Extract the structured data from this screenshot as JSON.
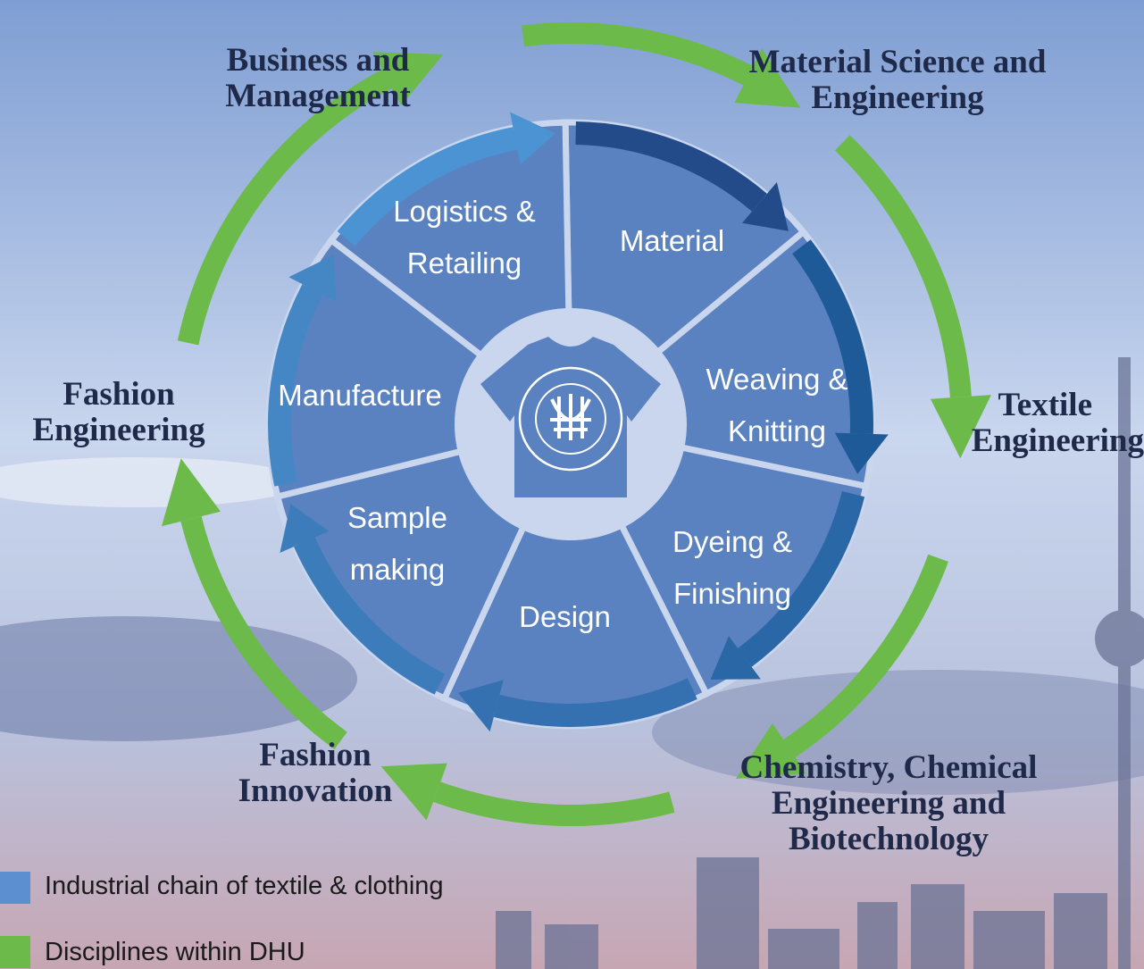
{
  "chain": {
    "segments": [
      "Material",
      "Weaving & Knitting",
      "Dyeing & Finishing",
      "Design",
      "Sample making",
      "Manufacture",
      "Logistics & Retailing"
    ]
  },
  "disciplines": {
    "business": [
      "Business and",
      "Management"
    ],
    "material_science": [
      "Material Science and",
      "Engineering"
    ],
    "textile": [
      "Textile",
      "Engineering"
    ],
    "chemistry": [
      "Chemistry, Chemical",
      "Engineering and",
      "Biotechnology"
    ],
    "fashion_innovation": [
      "Fashion",
      "Innovation"
    ],
    "fashion_engineering": [
      "Fashion",
      "Engineering"
    ]
  },
  "segment_labels": {
    "logistics": [
      "Logistics &",
      "Retailing"
    ],
    "material": [
      "Material"
    ],
    "weaving": [
      "Weaving &",
      "Knitting"
    ],
    "dyeing": [
      "Dyeing &",
      "Finishing"
    ],
    "design": [
      "Design"
    ],
    "sample": [
      "Sample",
      "making"
    ],
    "manufacture": [
      "Manufacture"
    ]
  },
  "legend": {
    "chain_label": "Industrial chain of textile & clothing",
    "disciplines_label": "Disciplines within DHU"
  },
  "colors": {
    "chain_blue": "#5b8fcf",
    "segment_fill": "#5a82c0",
    "discipline_green": "#6cba4a",
    "arrow_dark": "#264a86",
    "arrow_light": "#4b93d2"
  }
}
